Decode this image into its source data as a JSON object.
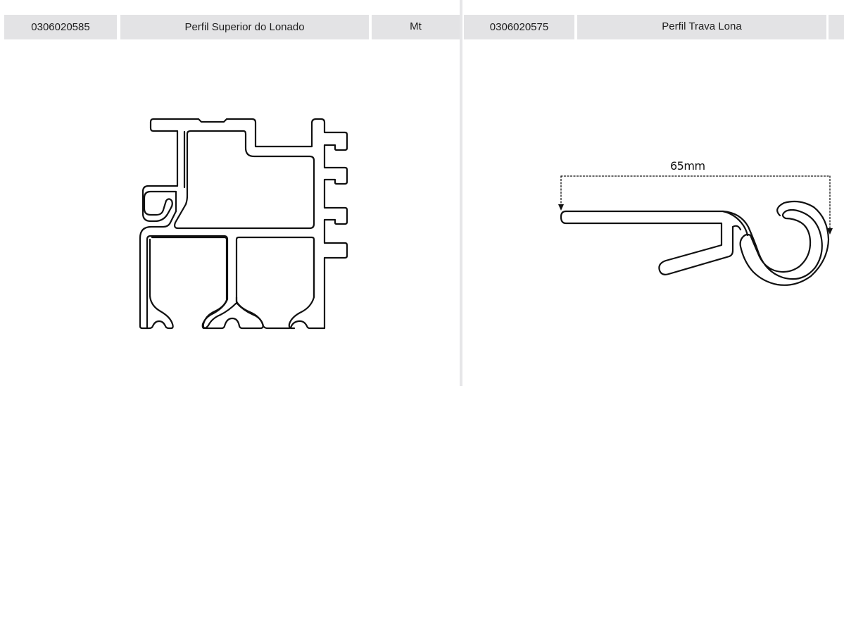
{
  "left_product": {
    "code": "0306020585",
    "name": "Perfil Superior do Lonado",
    "unit": "Mt"
  },
  "right_product": {
    "code": "0306020575",
    "name": "Perfil Trava Lona",
    "unit": ""
  },
  "right_drawing": {
    "dimension_label": "65mm"
  },
  "colors": {
    "header_bg": "#e3e3e5",
    "divider": "#e6e6e8",
    "line": "#111111"
  }
}
